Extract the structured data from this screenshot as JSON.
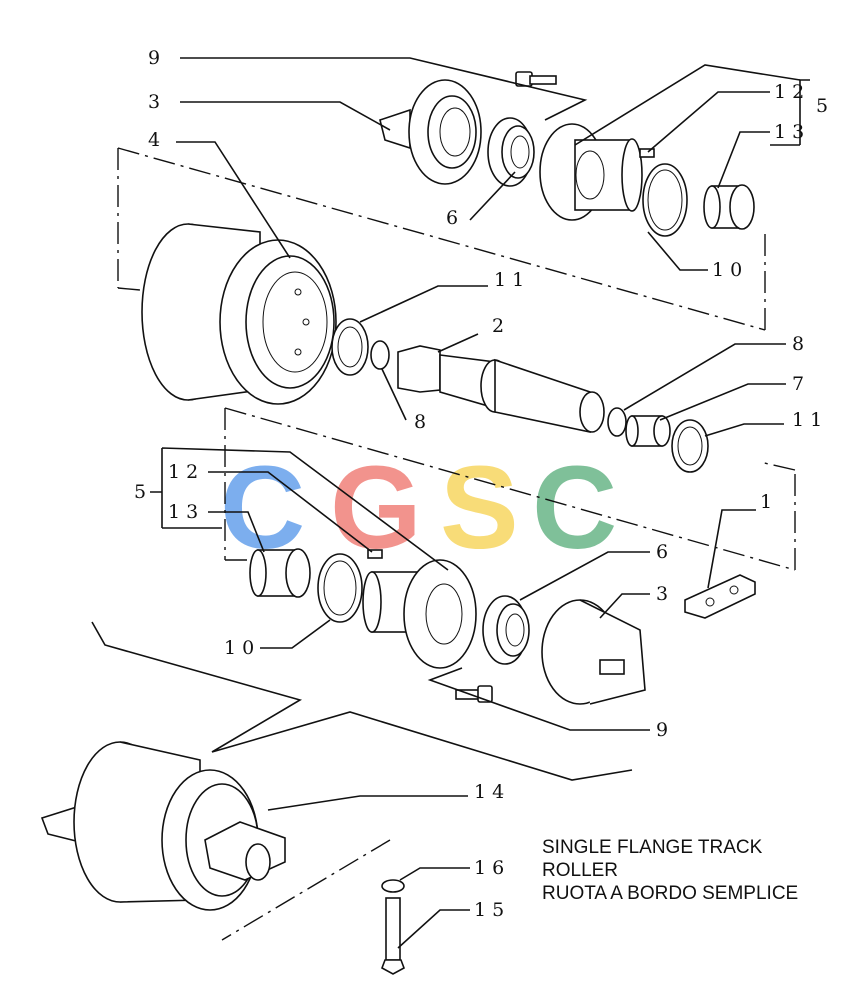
{
  "caption": {
    "line1": "SINGLE FLANGE TRACK",
    "line2": "ROLLER",
    "line3": "RUOTA A BORDO SEMPLICE"
  },
  "watermark": {
    "letters": [
      "C",
      "G",
      "S",
      "C"
    ],
    "colors": [
      "#4a8fe8",
      "#ee6a62",
      "#f6cf45",
      "#4fa873"
    ]
  },
  "callouts": [
    "9",
    "3",
    "4",
    "6",
    "12",
    "13",
    "5",
    "10",
    "11",
    "2",
    "8",
    "8",
    "7",
    "11",
    "5",
    "12",
    "13",
    "6",
    "3",
    "1",
    "10",
    "9",
    "14",
    "16",
    "15"
  ]
}
